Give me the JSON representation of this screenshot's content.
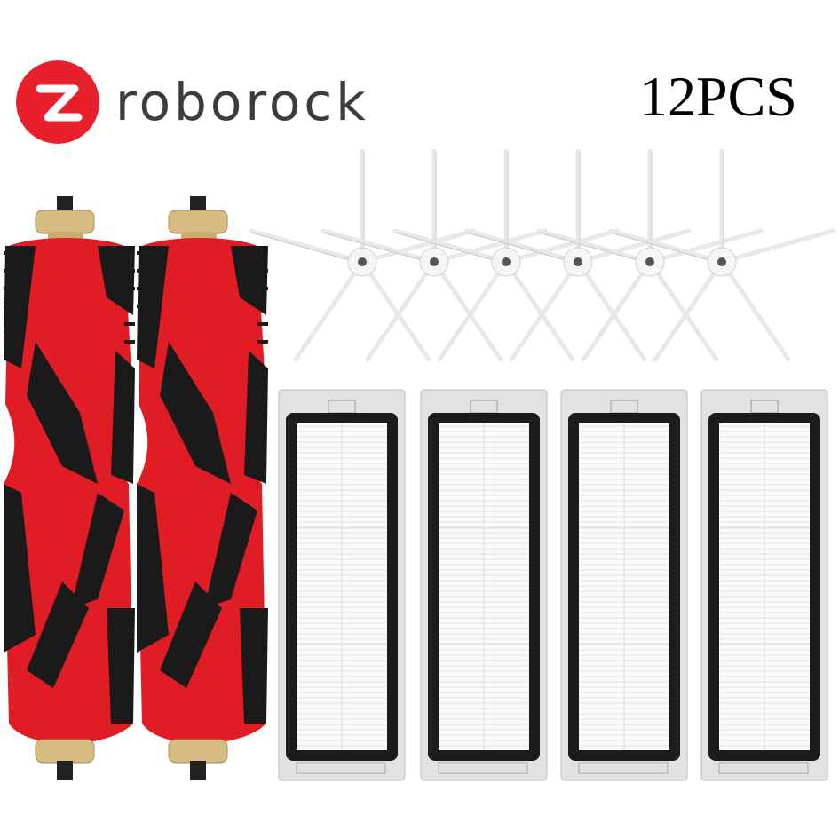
{
  "brand": {
    "name": "roborock",
    "mark_letter": "Z",
    "mark_color": "#e8202c",
    "text_color": "#3c3c3c"
  },
  "pack_count": "12PCS",
  "products": {
    "main_brushes": {
      "count": 2,
      "color": "#e01c24",
      "bristle_color": "#1a1a1a",
      "cap_color": "#d4b878"
    },
    "side_brushes": {
      "count": 6,
      "color": "#f2f2f2",
      "arms_per_brush": 5
    },
    "filters": {
      "count": 4,
      "frame_color": "#1c1c1c",
      "media_color": "#fafafa",
      "tray_color": "#e2e2e2"
    }
  }
}
